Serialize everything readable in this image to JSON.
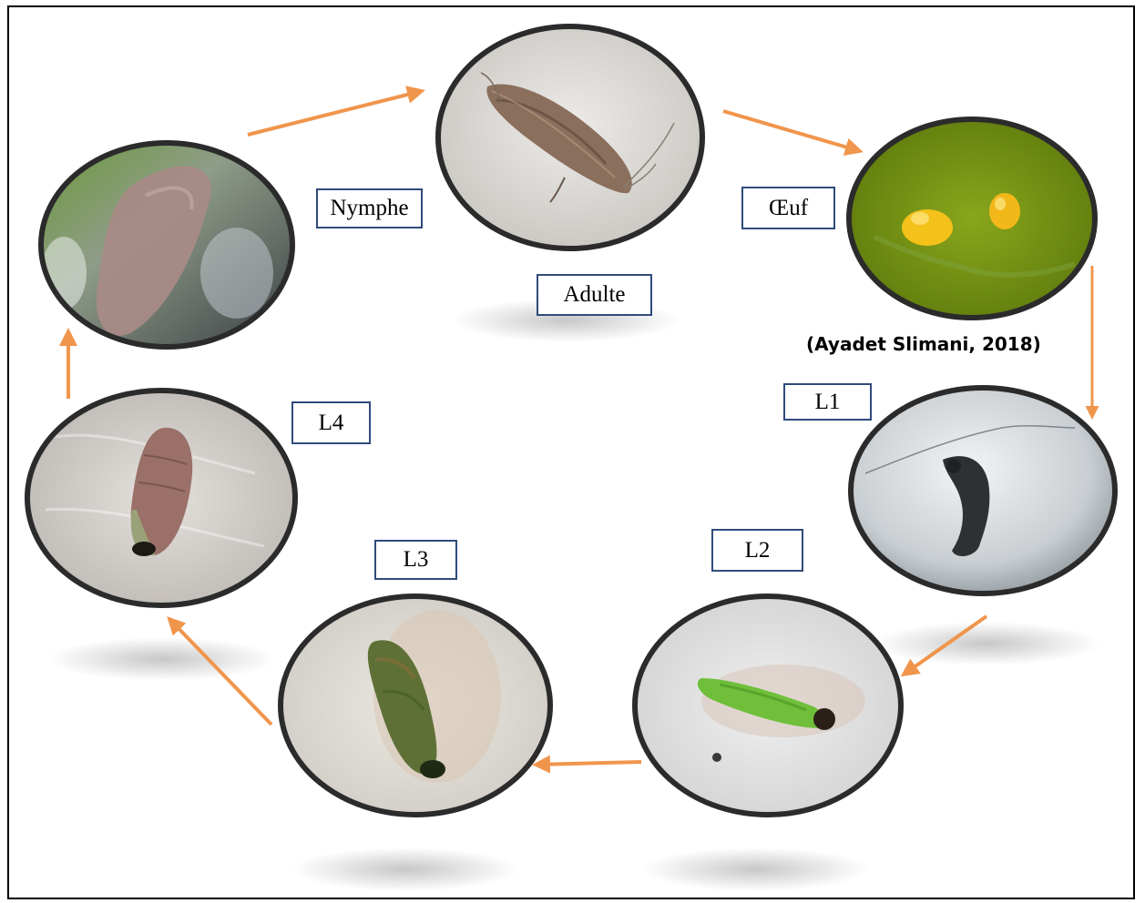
{
  "stages": {
    "adulte": "Adulte",
    "oeuf": "Œuf",
    "nymphe": "Nymphe",
    "l1": "L1",
    "l2": "L2",
    "l3": "L3",
    "l4": "L4"
  },
  "citation": "(Ayadet Slimani, 2018)",
  "colors": {
    "arrow": "#f0954c",
    "label_border": "#2f4b7c",
    "circle_border": "#2b2b2b"
  }
}
